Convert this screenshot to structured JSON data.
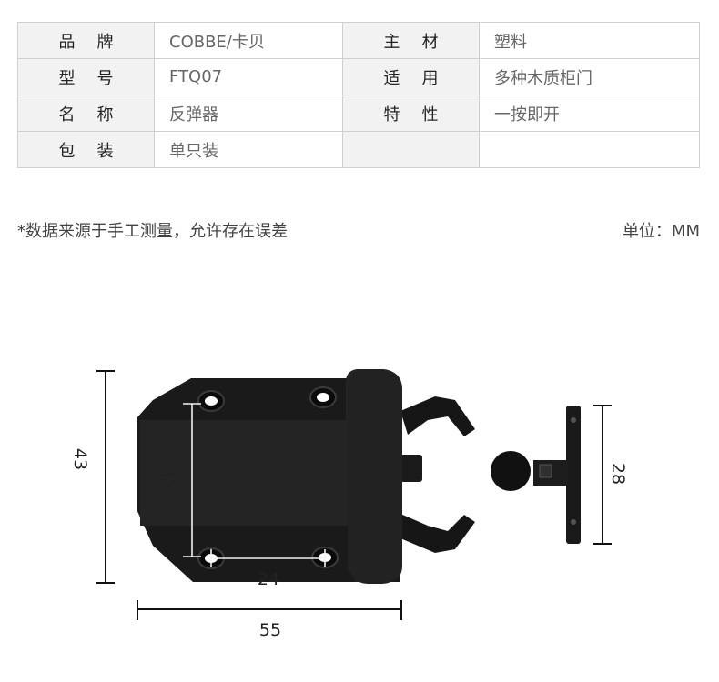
{
  "specs": [
    {
      "label1": "品牌",
      "value1": "COBBE/卡贝",
      "label2": "主材",
      "value2": "塑料"
    },
    {
      "label1": "型号",
      "value1": "FTQ07",
      "label2": "适用",
      "value2": "多种木质柜门"
    },
    {
      "label1": "名称",
      "value1": "反弹器",
      "label2": "特性",
      "value2": "一按即开"
    },
    {
      "label1": "包装",
      "value1": "单只装",
      "label2": "",
      "value2": ""
    }
  ],
  "note": "*数据来源于手工测量，允许存在误差",
  "unit": "单位：MM",
  "dimensions": {
    "height": "43",
    "hole_spacing_vertical": "32",
    "hole_spacing_horizontal": "24",
    "width": "55",
    "striker_height": "28"
  }
}
